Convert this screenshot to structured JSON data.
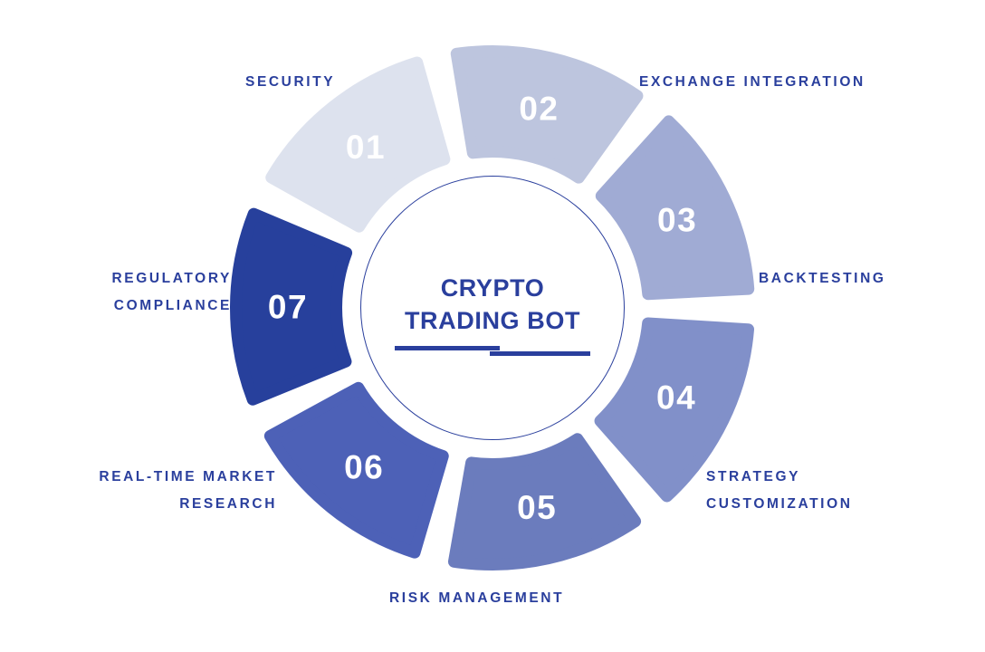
{
  "page": {
    "background_color": "#ffffff",
    "accent_color": "#2a3f9d"
  },
  "center": {
    "title": "CRYPTO\nTRADING BOT",
    "title_color": "#2a3f9d"
  },
  "chart_data": {
    "type": "pie",
    "title": "CRYPTO TRADING BOT",
    "subtype": "donut-infographic",
    "segment_count": 7,
    "equal_segments": true,
    "segment_degrees": 51.43,
    "legend": "outer-labels",
    "categories": [
      "EXCHANGE INTEGRATION",
      "BACKTESTING",
      "STRATEGY CUSTOMIZATION",
      "RISK MANAGEMENT",
      "REAL-TIME MARKET RESEARCH",
      "REGULATORY COMPLIANCE",
      "SECURITY"
    ],
    "values": [
      1,
      1,
      1,
      1,
      1,
      1,
      1
    ],
    "numbers": [
      "01",
      "02",
      "03",
      "04",
      "05",
      "06",
      "07"
    ],
    "colors": [
      "#dde2ee",
      "#bdc5de",
      "#a0abd4",
      "#8190c9",
      "#6b7cbd",
      "#4d61b7",
      "#27409c"
    ]
  },
  "segments": [
    {
      "number": "01",
      "label": "EXCHANGE INTEGRATION",
      "color": "#dde2ee",
      "number_color": "#ffffff"
    },
    {
      "number": "02",
      "label": "BACKTESTING",
      "color": "#bdc5de",
      "number_color": "#ffffff"
    },
    {
      "number": "03",
      "label": "STRATEGY\nCUSTOMIZATION",
      "color": "#a0abd4",
      "number_color": "#ffffff"
    },
    {
      "number": "04",
      "label": "RISK MANAGEMENT",
      "color": "#8190c9",
      "number_color": "#ffffff"
    },
    {
      "number": "05",
      "label": "REAL-TIME MARKET\nRESEARCH",
      "color": "#6b7cbd",
      "number_color": "#ffffff"
    },
    {
      "number": "06",
      "label": "REGULATORY\nCOMPLIANCE",
      "color": "#4d61b7",
      "number_color": "#ffffff"
    },
    {
      "number": "07",
      "label": "SECURITY",
      "color": "#27409c",
      "number_color": "#ffffff"
    }
  ]
}
